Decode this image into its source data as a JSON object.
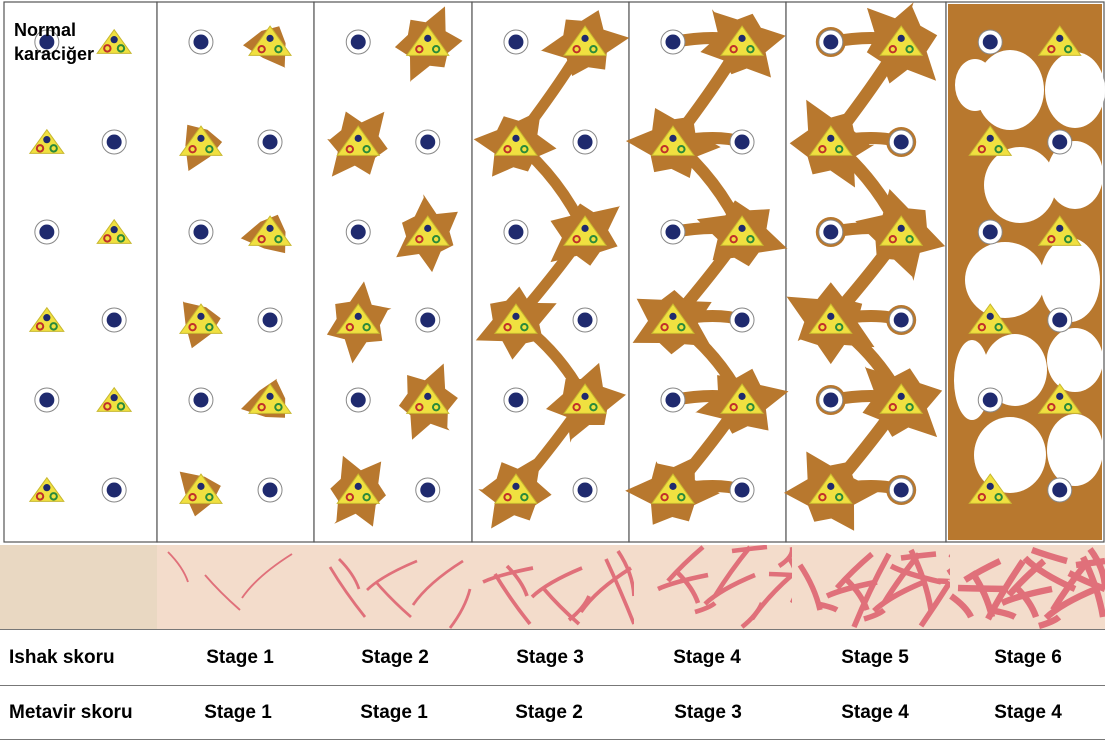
{
  "panels": [
    {
      "id": "normal",
      "title_lines": [
        "Normal",
        "karaciğer"
      ]
    },
    {
      "id": "p1"
    },
    {
      "id": "p2"
    },
    {
      "id": "p3"
    },
    {
      "id": "p4"
    },
    {
      "id": "p5"
    },
    {
      "id": "p6"
    }
  ],
  "score_table": {
    "rows": [
      {
        "label": "Ishak skoru",
        "values": [
          "Stage 1",
          "Stage 2",
          "Stage 3",
          "Stage 4",
          "Stage 5",
          "Stage 6"
        ]
      },
      {
        "label": "Metavir skoru",
        "values": [
          "Stage 1",
          "Stage 1",
          "Stage 2",
          "Stage 3",
          "Stage 4",
          "Stage 4"
        ]
      }
    ]
  },
  "colors": {
    "fibrosis": "#b8782e",
    "portal_triad": "#f0e040",
    "central_vein": "#1f2a6e",
    "histology_bg": "#f3dccb",
    "histology_septa": "#e0707a"
  },
  "icons": [
    "portal-triad-icon",
    "central-vein-icon"
  ]
}
